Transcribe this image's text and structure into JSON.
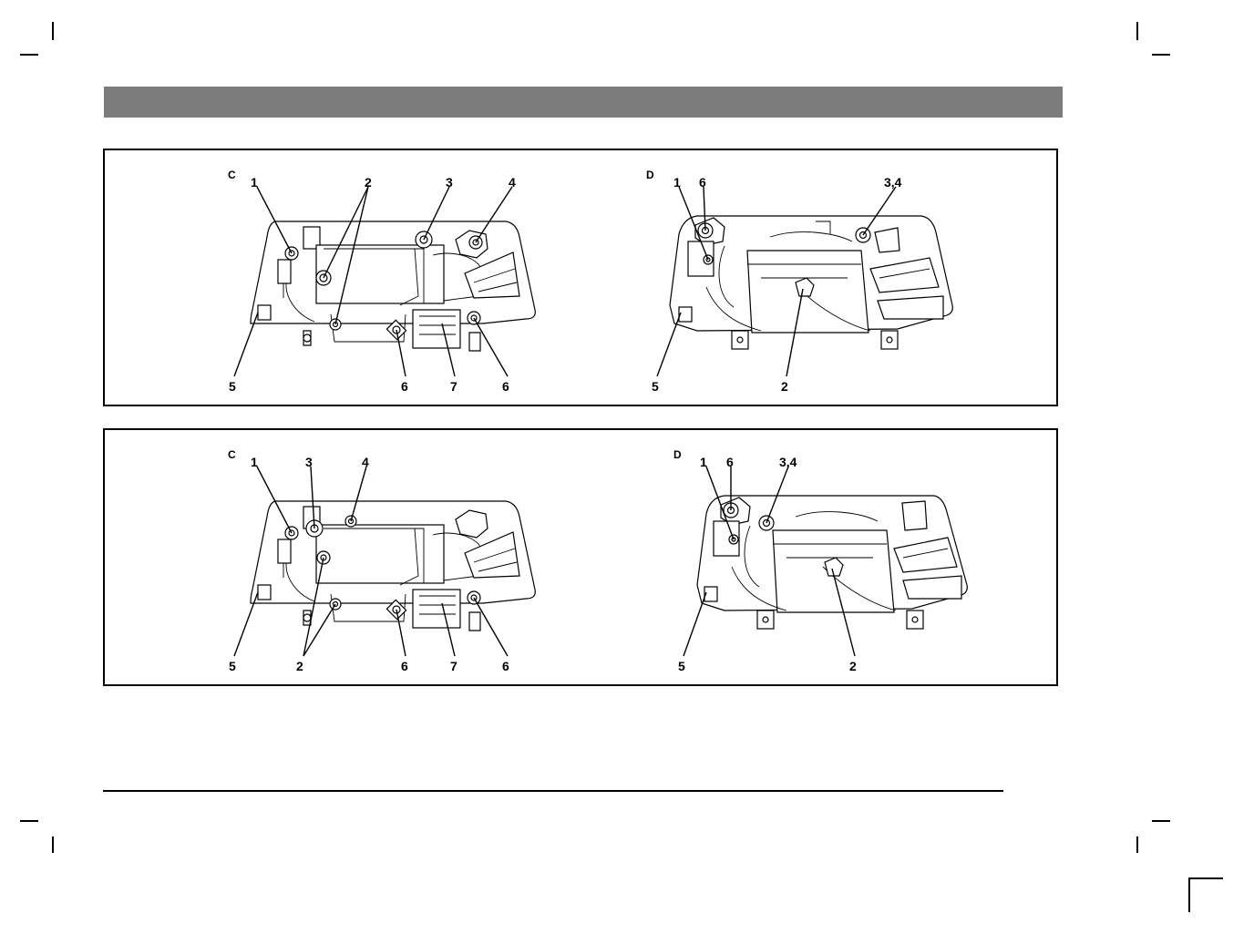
{
  "header": {
    "title": ""
  },
  "panels": [
    {
      "engine_c": {
        "tag": "C",
        "labels": {
          "l1": "1",
          "l2": "2",
          "l3": "3",
          "l4": "4",
          "l5": "5",
          "l6a": "6",
          "l7": "7",
          "l6b": "6"
        }
      },
      "engine_d": {
        "tag": "D",
        "labels": {
          "l1": "1",
          "l6": "6",
          "l34": "3,4",
          "l5": "5",
          "l2": "2"
        }
      }
    },
    {
      "engine_c": {
        "tag": "C",
        "labels": {
          "l1": "1",
          "l3": "3",
          "l4": "4",
          "l5": "5",
          "l2": "2",
          "l6a": "6",
          "l7": "7",
          "l6b": "6"
        }
      },
      "engine_d": {
        "tag": "D",
        "labels": {
          "l1": "1",
          "l6": "6",
          "l34": "3,4",
          "l5": "5",
          "l2": "2"
        }
      }
    }
  ],
  "icons": {
    "corner": "page-corner-mark",
    "crop": "crop-mark"
  }
}
